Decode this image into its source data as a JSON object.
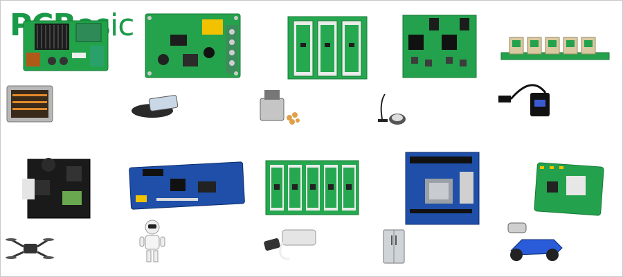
{
  "logo": {
    "mark": "PCB",
    "text": "asic"
  },
  "colors": {
    "brand_green": "#1a9a48",
    "pcb_green": "#22a34a",
    "pcb_blue": "#1f4fa8",
    "frame_border": "#c8c8c8"
  },
  "panels": [
    {
      "board": "green-power-pcb-with-terminal",
      "device": "oven-icon"
    },
    {
      "board": "green-relay-pcb",
      "device": "wireless-charger-icon"
    },
    {
      "board": "green-panelized-pcb-array",
      "device": "deep-fryer-icon"
    },
    {
      "board": "green-dual-relay-pcb",
      "device": "vacuum-cleaner-icon"
    },
    {
      "board": "hdmi-connector-strip-pcb",
      "device": "hdmi-vga-adapter-icon"
    },
    {
      "board": "black-drone-flight-controller-pcb",
      "device": "drone-icon"
    },
    {
      "board": "blue-robot-controller-pcb",
      "device": "robot-icon"
    },
    {
      "board": "green-power-bank-pcb-panel",
      "device": "power-bank-icon"
    },
    {
      "board": "blue-motherboard-pcb",
      "device": "refrigerator-icon"
    },
    {
      "board": "green-rc-car-pcb",
      "device": "rc-car-icon"
    }
  ]
}
